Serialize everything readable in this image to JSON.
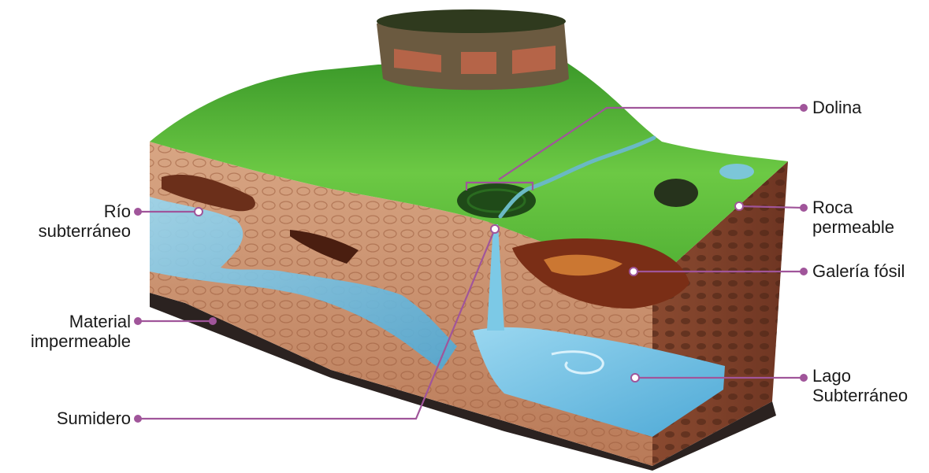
{
  "labels": {
    "dolina": "Dolina",
    "roca_permeable": [
      "Roca",
      "permeable"
    ],
    "galeria_fosil": "Galería fósil",
    "lago_subterraneo": [
      "Lago",
      "Subterráneo"
    ],
    "rio_subterraneo": [
      "Río",
      "subterráneo"
    ],
    "material_impermeable": [
      "Material",
      "impermeable"
    ],
    "sumidero": "Sumidero"
  },
  "colors": {
    "leader": "#a0559a",
    "grass": "#5cbf3a",
    "rock": "#c9916c",
    "rock_dark": "#7a3e28",
    "water": "#6fc3e6",
    "base": "#2b2220"
  }
}
